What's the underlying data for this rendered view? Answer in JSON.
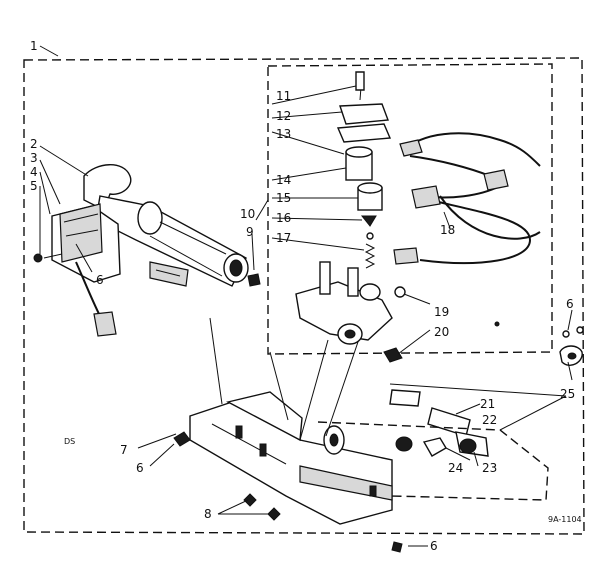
{
  "labels": {
    "l1": "1",
    "l2": "2",
    "l3": "3",
    "l4": "4",
    "l5": "5",
    "l6a": "6",
    "l6b": "6",
    "l6c": "6",
    "l6d": "6",
    "l7": "7",
    "l8": "8",
    "l9": "9",
    "l10": "10",
    "l11": "11",
    "l12": "12",
    "l13": "13",
    "l14": "14",
    "l15": "15",
    "l16": "16",
    "l17": "17",
    "l18": "18",
    "l19": "19",
    "l20": "20",
    "l21": "21",
    "l22": "22",
    "l23": "23",
    "l24": "24",
    "l25": "25"
  },
  "notes": {
    "ds": "DS",
    "code": "9A-1104"
  }
}
